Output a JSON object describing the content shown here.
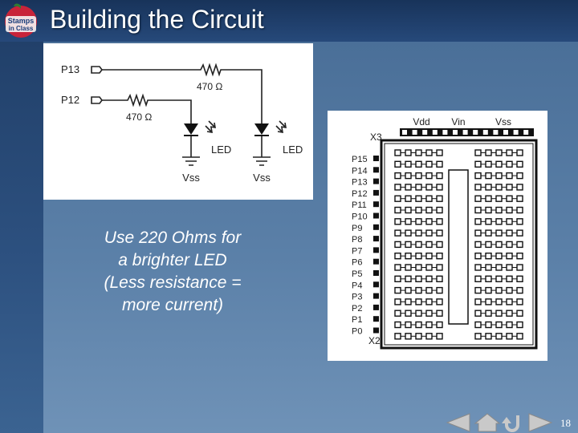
{
  "slide": {
    "title": "Building the Circuit",
    "logo_text": [
      "Stamps",
      "in Class"
    ],
    "note_lines": [
      "Use 220 Ohms for",
      "a brighter LED",
      "(Less resistance =",
      "more current)"
    ],
    "page_number": "18"
  },
  "schematic": {
    "pin_top": "P13",
    "pin_bottom": "P12",
    "resistor_top": "470 Ω",
    "resistor_bottom": "470 Ω",
    "led_left": "LED",
    "led_right": "LED",
    "ground_left": "Vss",
    "ground_right": "Vss"
  },
  "board": {
    "header_top": "X3",
    "header_bottom": "X2",
    "power_labels": [
      "Vdd",
      "Vin",
      "Vss"
    ],
    "pins": [
      "P15",
      "P14",
      "P13",
      "P12",
      "P11",
      "P10",
      "P9",
      "P8",
      "P7",
      "P6",
      "P5",
      "P4",
      "P3",
      "P2",
      "P1",
      "P0"
    ]
  },
  "nav": {
    "icons": [
      "previous-slide-icon",
      "home-icon",
      "return-icon",
      "next-slide-icon"
    ]
  },
  "colors": {
    "title_bar": "#18335a",
    "background": "#3a5d86",
    "panel": "#ffffff",
    "nav_buttons": "#c9c9c9"
  }
}
